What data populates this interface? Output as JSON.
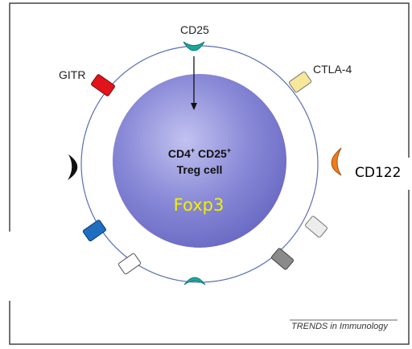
{
  "diagram": {
    "cell_label_line1_main": "CD4",
    "cell_label_line1_sup1": "+",
    "cell_label_line1_mid": " CD25",
    "cell_label_line1_sup2": "+",
    "cell_label_line2": "Treg cell",
    "transcription_factor": "Foxp3",
    "receptors": {
      "top": "CD25",
      "left": "GITR",
      "right": "CTLA-4",
      "right_side": "CD122"
    },
    "source_credit": "TRENDS in Immunology"
  },
  "colors": {
    "nucleus": "#8a8ad8",
    "cell_membrane": "#5a6fb5",
    "gitr": "#e0141a",
    "ctla4": "#f6e79a",
    "cd25": "#1aa79a",
    "cd122": "#f07c1c",
    "left_receptor": "#111111",
    "blue_receptor": "#1f6ec0",
    "gray_receptor": "#8a8a8a",
    "foxp3_text": "#f2f000"
  }
}
